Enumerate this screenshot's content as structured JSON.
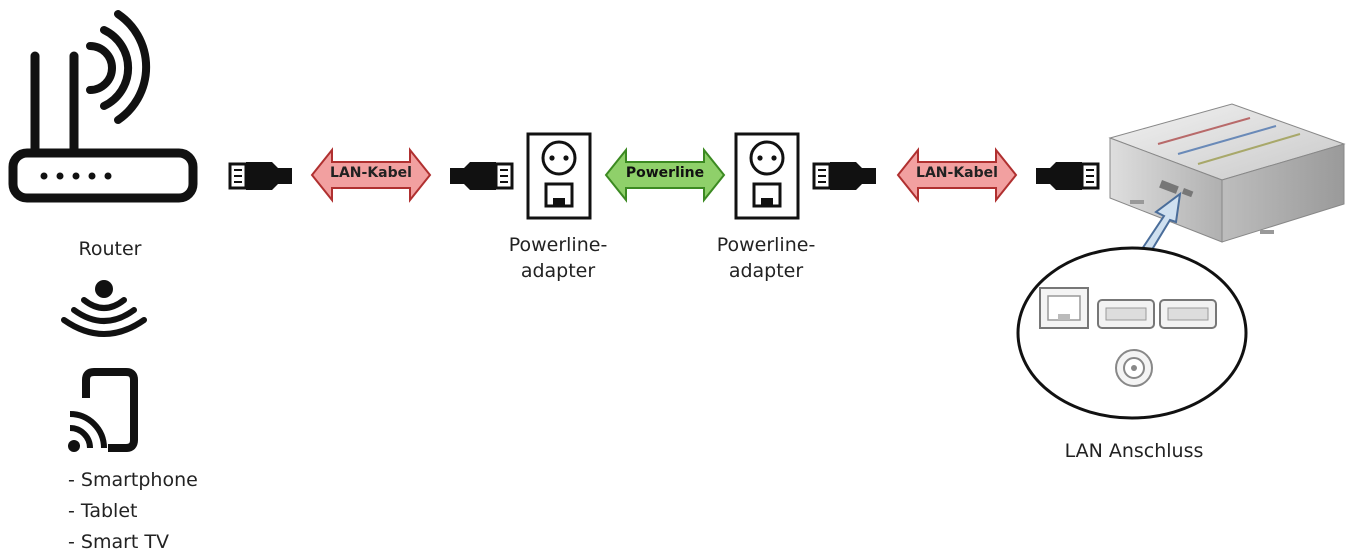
{
  "diagram": {
    "router_label": "Router",
    "devices": [
      "- Smartphone",
      "- Tablet",
      "- Smart TV"
    ],
    "cable_left_label": "LAN-Kabel",
    "powerline_label": "Powerline",
    "cable_right_label": "LAN-Kabel",
    "adapter_left_label": [
      "Powerline-",
      "adapter"
    ],
    "adapter_right_label": [
      "Powerline-",
      "adapter"
    ],
    "lan_port_label": "LAN Anschluss"
  },
  "colors": {
    "lan_arrow_fill": "#f2a0a0",
    "lan_arrow_stroke": "#b03030",
    "powerline_arrow_fill": "#8fd06a",
    "powerline_arrow_stroke": "#3c8a22"
  },
  "icons": [
    "router-icon",
    "wifi-signal-icon",
    "ethernet-plug-icon",
    "powerline-adapter-icon",
    "cast-device-icon",
    "receiver-box-icon",
    "magnifier-circle-icon"
  ]
}
